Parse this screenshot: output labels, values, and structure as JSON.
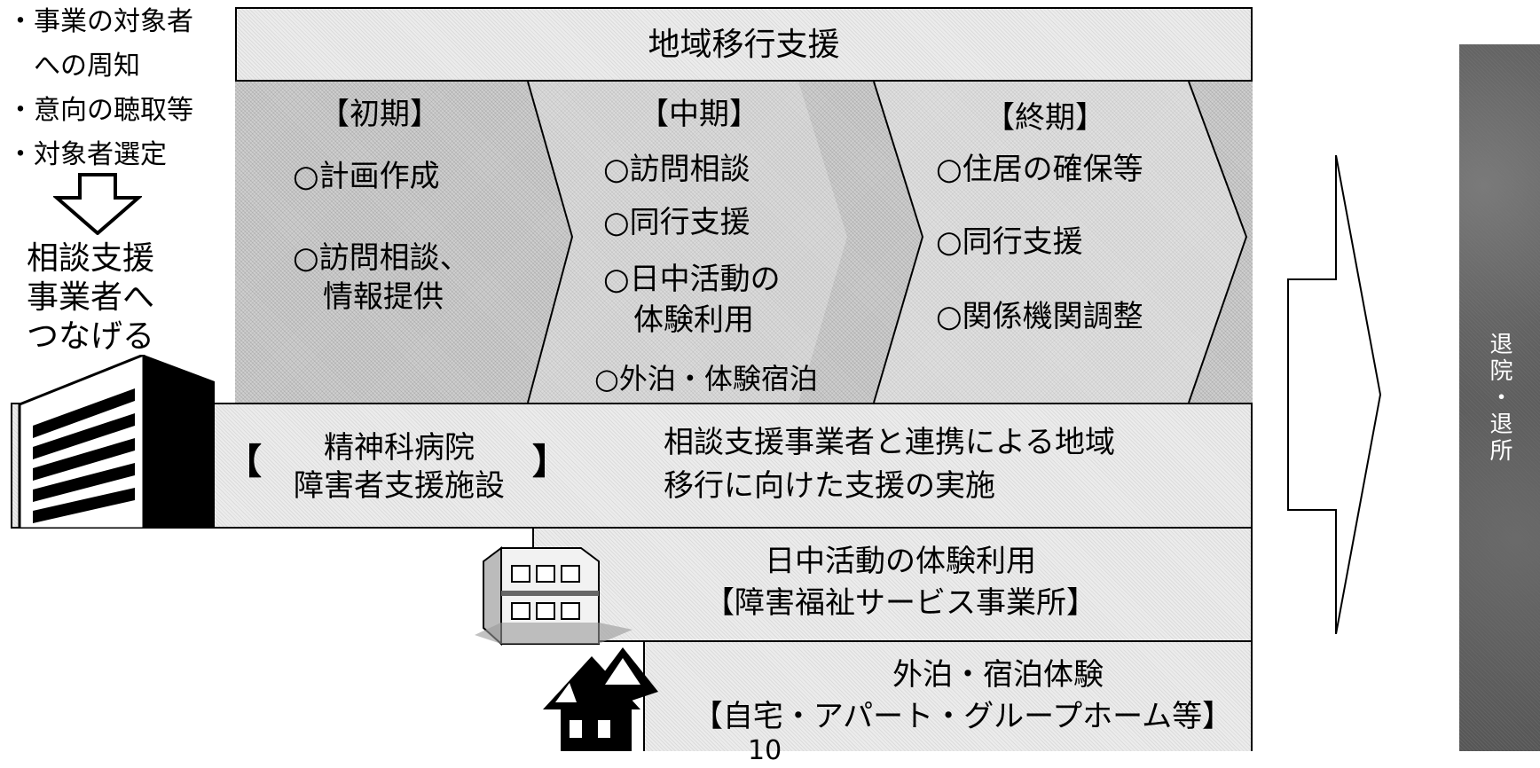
{
  "left_notes": {
    "items": [
      "・事業の対象者",
      "　への周知",
      "・意向の聴取等",
      "・対象者選定"
    ],
    "result": [
      "相談支援",
      "事業者へ",
      "つなげる"
    ]
  },
  "header": {
    "title": "地域移行支援"
  },
  "stages": [
    {
      "title": "【初期】",
      "items": [
        "○計画作成",
        "○訪問相談、",
        "　情報提供"
      ]
    },
    {
      "title": "【中期】",
      "items": [
        "○訪問相談",
        "○同行支援",
        "○日中活動の",
        "　体験利用",
        "○外泊・体験宿泊"
      ]
    },
    {
      "title": "【終期】",
      "items": [
        "○住居の確保等",
        "○同行支援",
        "○関係機関調整"
      ]
    }
  ],
  "hospital": {
    "bracket_open": "【",
    "bracket_close": "】",
    "name_lines": [
      "精神科病院",
      "障害者支援施設"
    ],
    "desc_lines": [
      "相談支援事業者と連携による地域",
      "移行に向けた支援の実施"
    ]
  },
  "day_activity": {
    "lines": [
      "日中活動の体験利用",
      "【障害福祉サービス事業所】"
    ]
  },
  "overnight": {
    "lines": [
      "外泊・宿泊体験",
      "【自宅・アパート・グループホーム等】"
    ]
  },
  "page_number": "10",
  "side_banner": {
    "text": "退院・退所"
  }
}
